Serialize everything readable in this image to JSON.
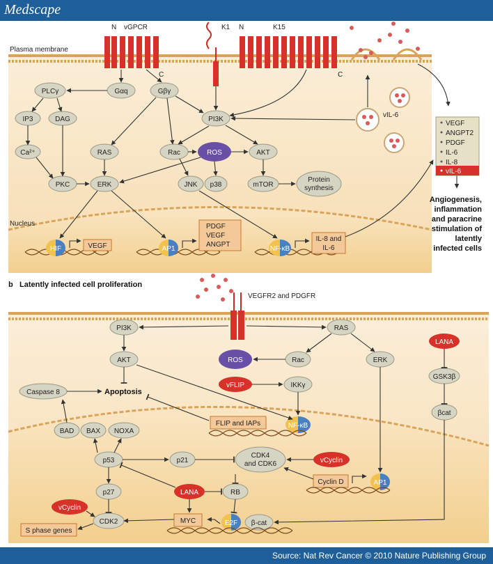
{
  "header": {
    "logo": "Medscape"
  },
  "footer": {
    "source": "Source: Nat Rev Cancer © 2010 Nature Publishing Group"
  },
  "panel_a": {
    "plasma_membrane": "Plasma membrane",
    "nucleus": "Nucleus",
    "receptors": {
      "n1": "N",
      "vgpcr": "vGPCR",
      "c1": "C",
      "k1": "K1",
      "n2": "N",
      "k15": "K15",
      "c2": "C"
    },
    "nodes": {
      "plcg": "PLCγ",
      "gaq": "Gαq",
      "gbg": "Gβγ",
      "ip3": "IP3",
      "dag": "DAG",
      "ca": "Ca²⁺",
      "pi3k": "PI3K",
      "ras": "RAS",
      "rac": "Rac",
      "ros": "ROS",
      "akt": "AKT",
      "pkc": "PKC",
      "erk": "ERK",
      "jnk": "JNK",
      "p38": "p38",
      "mtor": "mTOR",
      "protein": "Protein",
      "synthesis": "synthesis",
      "vil6": "vIL-6"
    },
    "nuclear": {
      "hif": "HIF",
      "vegf_box": "VEGF",
      "ap1": "AP1",
      "ap1_targets": [
        "PDGF",
        "VEGF",
        "ANGPT"
      ],
      "nfkb": "NF-κB",
      "il8_box_1": "IL-8 and",
      "il8_box_2": "IL-6"
    },
    "secreted": [
      "VEGF",
      "ANGPT2",
      "PDGF",
      "IL-6",
      "IL-8",
      "vIL-6"
    ],
    "outcome": [
      "Angiogenesis,",
      "inflammation",
      "and paracrine",
      "stimulation of",
      "latently",
      "infected cells"
    ]
  },
  "panel_b": {
    "letter": "b",
    "title": "Latently infected cell proliferation",
    "receptor": "VEGFR2 and PDGFR",
    "nodes": {
      "pi3k": "PI3K",
      "ras": "RAS",
      "akt": "AKT",
      "ros": "ROS",
      "rac": "Rac",
      "erk": "ERK",
      "lana1": "LANA",
      "gsk3b": "GSK3β",
      "caspase8": "Caspase 8",
      "apoptosis": "Apoptosis",
      "vflip": "vFLIP",
      "ikkg": "IKKγ",
      "bcat1": "βcat",
      "bad": "BAD",
      "bax": "BAX",
      "noxa": "NOXA",
      "flip_box": "FLIP and IAPs",
      "nfkb": "NF-κB",
      "p53": "p53",
      "p21": "p21",
      "cdk46_1": "CDK4",
      "cdk46_2": "and CDK6",
      "vcyclin1": "vCyclin",
      "cyclind": "Cyclin D",
      "ap1": "AP1",
      "p27": "p27",
      "lana2": "LANA",
      "rb": "RB",
      "vcyclin2": "vCyclin",
      "cdk2": "CDK2",
      "myc": "MYC",
      "e2f": "E2F",
      "bcat2": "β-cat",
      "sphase": "S phase genes"
    }
  }
}
